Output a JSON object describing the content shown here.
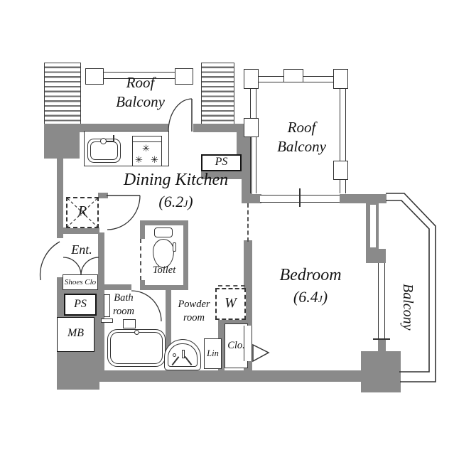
{
  "palette": {
    "wall": "#8a8a8a",
    "line": "#333333",
    "ink": "#141414",
    "hatch_line": "#6e6e6e",
    "bg": "#ffffff"
  },
  "rooms": {
    "roof_balcony_left": {
      "line1": "Roof",
      "line2": "Balcony"
    },
    "roof_balcony_right": {
      "line1": "Roof",
      "line2": "Balcony"
    },
    "dining_kitchen": {
      "name": "Dining Kitchen",
      "size_open": "(6.2",
      "size_unit": "J",
      "size_close": ")"
    },
    "bedroom": {
      "name": "Bedroom",
      "size_open": "(6.4",
      "size_unit": "J",
      "size_close": ")"
    },
    "balcony": {
      "name": "Balcony"
    },
    "entrance": {
      "name": "Ent."
    },
    "toilet": {
      "name": "Toilet"
    },
    "bathroom": {
      "line1": "Bath",
      "line2": "room"
    },
    "powder_room": {
      "line1": "Powder",
      "line2": "room"
    }
  },
  "fixtures": {
    "ps_top": "PS",
    "ps_left": "PS",
    "meter_box": "MB",
    "shoes_closet": "Shoes Clo",
    "refrigerator": "R",
    "washer": "W",
    "linen": "Lin",
    "closet": "Clo."
  },
  "icons": {
    "stove_burner": "✳"
  }
}
